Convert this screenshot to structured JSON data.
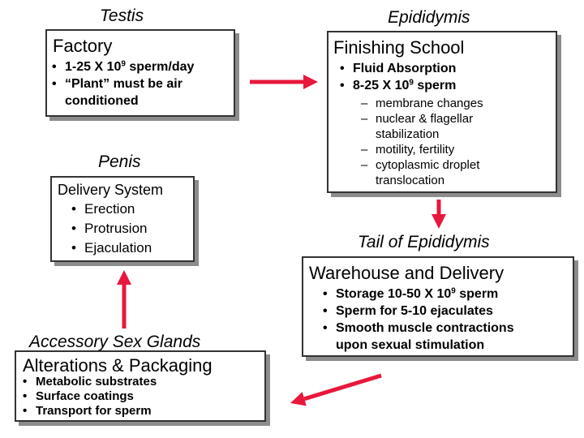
{
  "testis": {
    "title": "Testis",
    "box_title": "Factory",
    "bullets": [
      {
        "pre": "1-25 X 10",
        "sup": "9",
        "post": " sperm/day"
      },
      {
        "text": "“Plant” must be air"
      },
      {
        "text": "conditioned"
      }
    ]
  },
  "epididymis": {
    "title": "Epididymis",
    "box_title": "Finishing School",
    "bullets": [
      {
        "text": "Fluid Absorption"
      },
      {
        "pre": "8-25 X 10",
        "sup": "9",
        "post": " sperm"
      }
    ],
    "subitems": [
      "membrane changes",
      "nuclear & flagellar stabilization",
      "motility, fertility",
      "cytoplasmic droplet translocation"
    ]
  },
  "penis": {
    "title": "Penis",
    "box_title": "Delivery System",
    "bullets": [
      "Erection",
      "Protrusion",
      "Ejaculation"
    ]
  },
  "tail_epididymis": {
    "title": "Tail of Epididymis",
    "box_title": "Warehouse and Delivery",
    "bullets": [
      {
        "pre": "Storage 10-50 X 10",
        "sup": "9",
        "post": " sperm"
      },
      {
        "text": "Sperm for 5-10 ejaculates"
      },
      {
        "text": "Smooth muscle contractions"
      },
      {
        "text": "upon sexual stimulation"
      }
    ]
  },
  "accessory": {
    "title": "Accessory Sex Glands",
    "box_title": "Alterations & Packaging",
    "bullets": [
      "Metabolic substrates",
      "Surface coatings",
      "Transport for sperm"
    ]
  },
  "colors": {
    "arrow": "#e8183c",
    "border": "#333333",
    "shadow": "#8c8c8c"
  }
}
